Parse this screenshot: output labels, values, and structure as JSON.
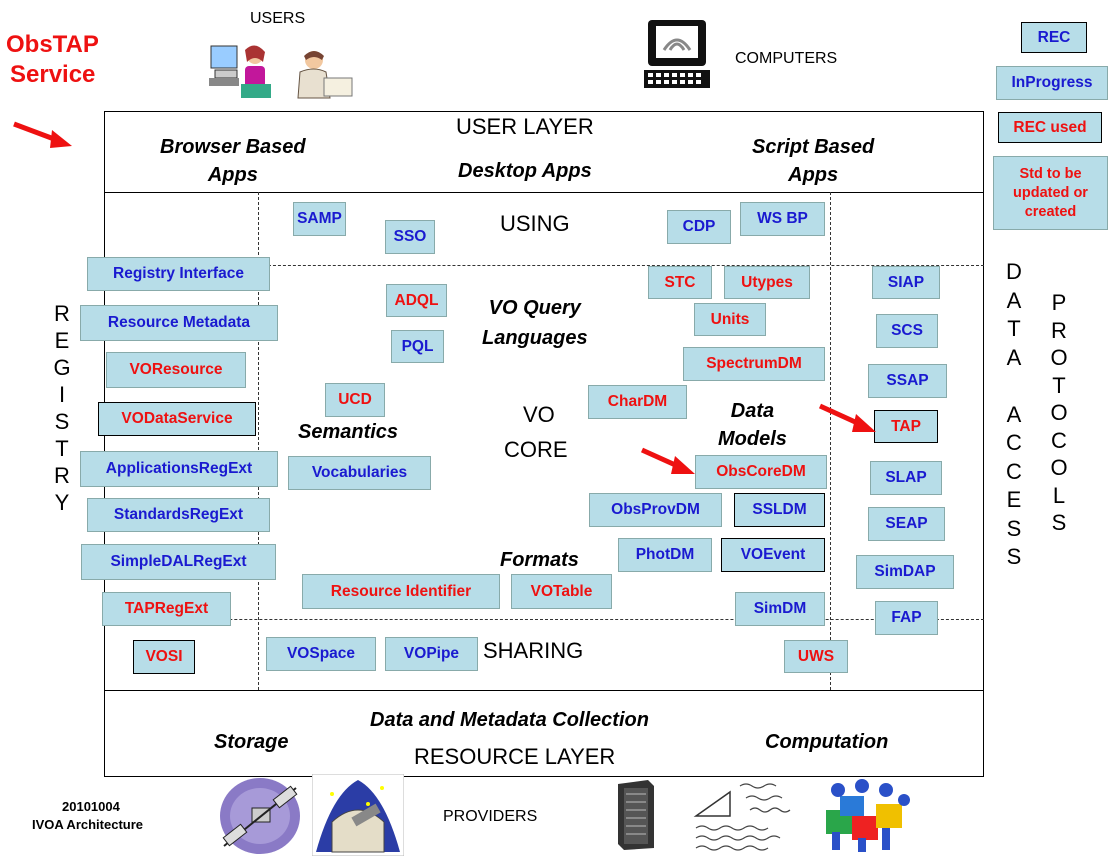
{
  "title": {
    "line1": "ObsTAP",
    "line2": "Service"
  },
  "top": {
    "users": "USERS",
    "computers": "COMPUTERS"
  },
  "legend": {
    "rec": "REC",
    "inprogress": "InProgress",
    "rec_used": "REC used",
    "std": [
      "Std to be",
      "updated or",
      "created"
    ]
  },
  "layers": {
    "user_layer": "USER LAYER",
    "browser": [
      "Browser Based",
      "Apps"
    ],
    "desktop": "Desktop Apps",
    "script": [
      "Script Based",
      "Apps"
    ],
    "using": "USING",
    "sharing": "SHARING",
    "vo": "VO",
    "core": "CORE",
    "query_lang": [
      "VO Query",
      "Languages"
    ],
    "semantics": "Semantics",
    "data_models": [
      "Data",
      "Models"
    ],
    "formats": "Formats",
    "collection": "Data and Metadata Collection",
    "resource_layer": "RESOURCE LAYER",
    "storage": "Storage",
    "computation": "Computation"
  },
  "registry_letters": [
    "R",
    "E",
    "G",
    "I",
    "S",
    "T",
    "R",
    "Y"
  ],
  "data_letters": [
    "D",
    "A",
    "T",
    "A",
    "",
    "A",
    "C",
    "C",
    "E",
    "S",
    "S"
  ],
  "protocol_letters": [
    "P",
    "R",
    "O",
    "T",
    "O",
    "C",
    "O",
    "L",
    "S"
  ],
  "boxes": {
    "samp": "SAMP",
    "sso": "SSO",
    "cdp": "CDP",
    "wsbp": "WS BP",
    "registry_interface": "Registry Interface",
    "resource_metadata": "Resource Metadata",
    "voresource": "VOResource",
    "vodataservice": "VODataService",
    "applicationsregext": "ApplicationsRegExt",
    "standardsregext": "StandardsRegExt",
    "simpledalregext": "SimpleDALRegExt",
    "tapregext": "TAPRegExt",
    "vosi": "VOSI",
    "adql": "ADQL",
    "pql": "PQL",
    "ucd": "UCD",
    "vocabularies": "Vocabularies",
    "resource_identifier": "Resource Identifier",
    "votable": "VOTable",
    "stc": "STC",
    "utypes": "Utypes",
    "units": "Units",
    "spectrumdm": "SpectrumDM",
    "chardm": "CharDM",
    "obscoredm": "ObsCoreDM",
    "obsprovdm": "ObsProvDM",
    "ssldm": "SSLDM",
    "photdm": "PhotDM",
    "voevent": "VOEvent",
    "simdm": "SimDM",
    "siap": "SIAP",
    "scs": "SCS",
    "ssap": "SSAP",
    "tap": "TAP",
    "slap": "SLAP",
    "seap": "SEAP",
    "simdap": "SimDAP",
    "fap": "FAP",
    "uws": "UWS",
    "vospace": "VOSpace",
    "vopipe": "VOPipe"
  },
  "footer": {
    "date": "20101004",
    "arch": "IVOA Architecture",
    "providers": "PROVIDERS"
  },
  "colors": {
    "box_fill": "#b7dde8",
    "rec_text": "#1a1ad0",
    "progress_text": "#e11",
    "title": "#e11"
  }
}
